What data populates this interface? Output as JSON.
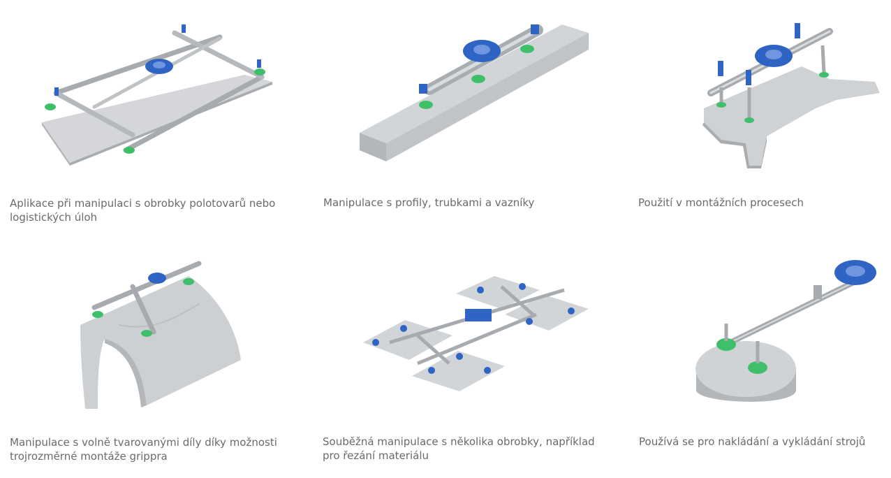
{
  "gallery": {
    "items": [
      {
        "caption": "Aplikace při manipulaci s obrobky polotovarů nebo logistických úloh",
        "icon": "flat-panel-gripper-image"
      },
      {
        "caption": "Manipulace s profily, trubkami a vazníky",
        "icon": "profile-beam-gripper-image"
      },
      {
        "caption": "Použití v montážních procesech",
        "icon": "assembly-part-gripper-image"
      },
      {
        "caption": "Manipulace s volně tvarovanými díly díky možnosti trojrozměrné montáže grippra",
        "icon": "curved-part-gripper-image"
      },
      {
        "caption": "Souběžná manipulace s několika obrobky, například pro řezání materiálu",
        "icon": "multi-workpiece-gripper-image"
      },
      {
        "caption": "Používá se pro nakládání a vykládání strojů",
        "icon": "round-part-gripper-image"
      }
    ]
  },
  "colors": {
    "blue": "#2f63c4",
    "green": "#3fbf6a",
    "gray": "#cfd2d5",
    "caption": "#6a6a6a"
  }
}
